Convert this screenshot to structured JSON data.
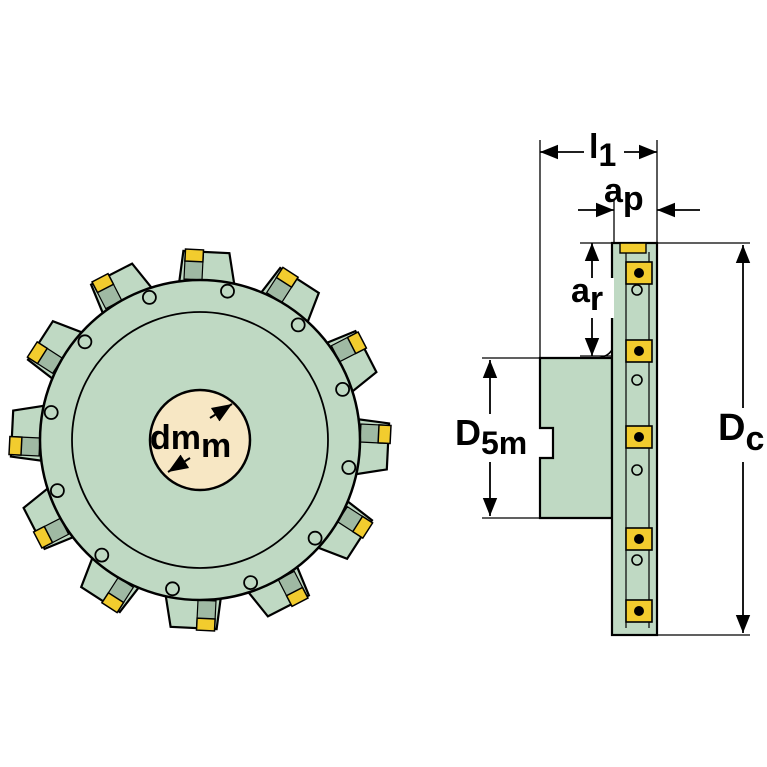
{
  "colors": {
    "body": "#bfd9c3",
    "body_dark": "#9fb9a3",
    "bore": "#f7e7c4",
    "insert": "#f2cc2e",
    "outline": "#000000",
    "background": "#ffffff"
  },
  "labels": {
    "bore": {
      "main": "dm",
      "sub": "m"
    },
    "width": {
      "main": "l",
      "sub": "1"
    },
    "axial_depth": {
      "main": "a",
      "sub": "p"
    },
    "radial_depth": {
      "main": "a",
      "sub": "r"
    },
    "hub_diameter": {
      "main": "D",
      "sub": "5m"
    },
    "cutting_diameter": {
      "main": "D",
      "sub": "c"
    }
  },
  "cutter": {
    "teeth": 12
  }
}
